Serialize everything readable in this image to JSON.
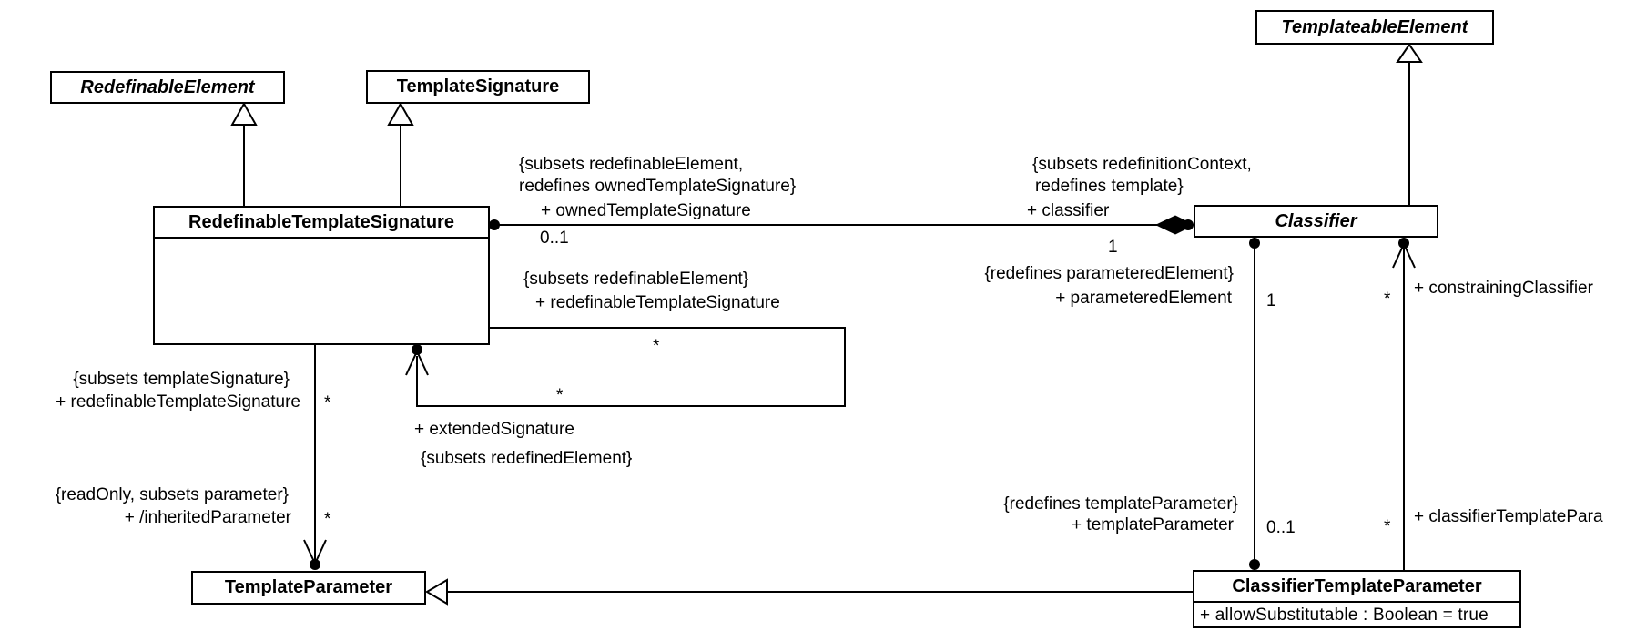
{
  "colors": {
    "line": "#000000",
    "background": "#ffffff",
    "text": "#000000"
  },
  "classes": {
    "redefinable_element": {
      "name": "RedefinableElement"
    },
    "template_signature": {
      "name": "TemplateSignature"
    },
    "templateable_element": {
      "name": "TemplateableElement"
    },
    "redefinable_template_signature": {
      "name": "RedefinableTemplateSignature"
    },
    "classifier": {
      "name": "Classifier"
    },
    "template_parameter": {
      "name": "TemplateParameter"
    },
    "classifier_template_parameter": {
      "name": "ClassifierTemplateParameter",
      "attribute": "+ allowSubstitutable : Boolean = true"
    }
  },
  "associations": {
    "owned_template_signature": {
      "constraint_line1": "{subsets redefinableElement,",
      "constraint_line2": "redefines ownedTemplateSignature}",
      "role": "+ ownedTemplateSignature",
      "multiplicity": "0..1"
    },
    "classifier_end": {
      "constraint_line1": "{subsets redefinitionContext,",
      "constraint_line2": "redefines template}",
      "role": "+ classifier",
      "multiplicity": "1"
    },
    "self_redefinable_template_signature": {
      "constraint": "{subsets redefinableElement}",
      "role": "+ redefinableTemplateSignature",
      "multiplicity_top": "*",
      "multiplicity_bottom": "*"
    },
    "extended_signature": {
      "role": "+ extendedSignature",
      "constraint": "{subsets redefinedElement}"
    },
    "inherited_parameter_source": {
      "constraint": "{subsets templateSignature}",
      "role": "+ redefinableTemplateSignature",
      "multiplicity": "*"
    },
    "inherited_parameter": {
      "constraint": "{readOnly, subsets parameter}",
      "role": "+ /inheritedParameter",
      "multiplicity": "*"
    },
    "parametered_element": {
      "constraint": "{redefines parameteredElement}",
      "role": "+ parameteredElement",
      "multiplicity": "1"
    },
    "template_parameter_end": {
      "constraint": "{redefines templateParameter}",
      "role": "+ templateParameter",
      "multiplicity": "0..1"
    },
    "constraining_classifier": {
      "role": "+ constrainingClassifier",
      "multiplicity": "*"
    },
    "classifier_template_parameter_end": {
      "role": "+ classifierTemplatePara",
      "multiplicity": "*"
    }
  }
}
